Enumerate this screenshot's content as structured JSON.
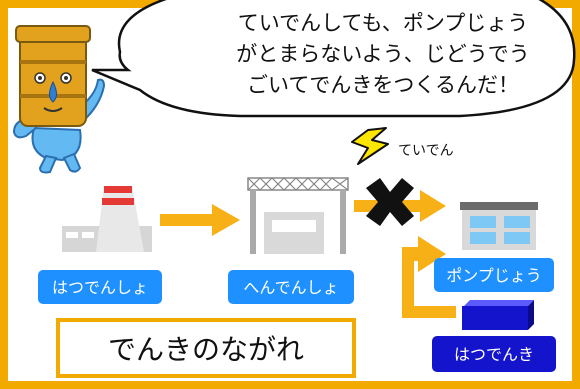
{
  "speech_bubble": {
    "lines": [
      "ていでんしても、ポンプじょう",
      "がとまらないよう、じどうでう",
      "ごいてでんきをつくるんだ！"
    ]
  },
  "outage_label": "ていでん",
  "labels": {
    "power_plant": "はつでんしょ",
    "substation": "へんでんしょ",
    "pump_station": "ポンプじょう",
    "generator": "はつでんき"
  },
  "title": "でんきのながれ",
  "colors": {
    "frame": "#F2A900",
    "label_blue": "#1E90FF",
    "generator_blue": "#1414CC",
    "arrow": "#F7B016",
    "bolt": "#FFE600",
    "mascot_gold": "#E2A21E",
    "mascot_blue": "#63B9F2"
  }
}
